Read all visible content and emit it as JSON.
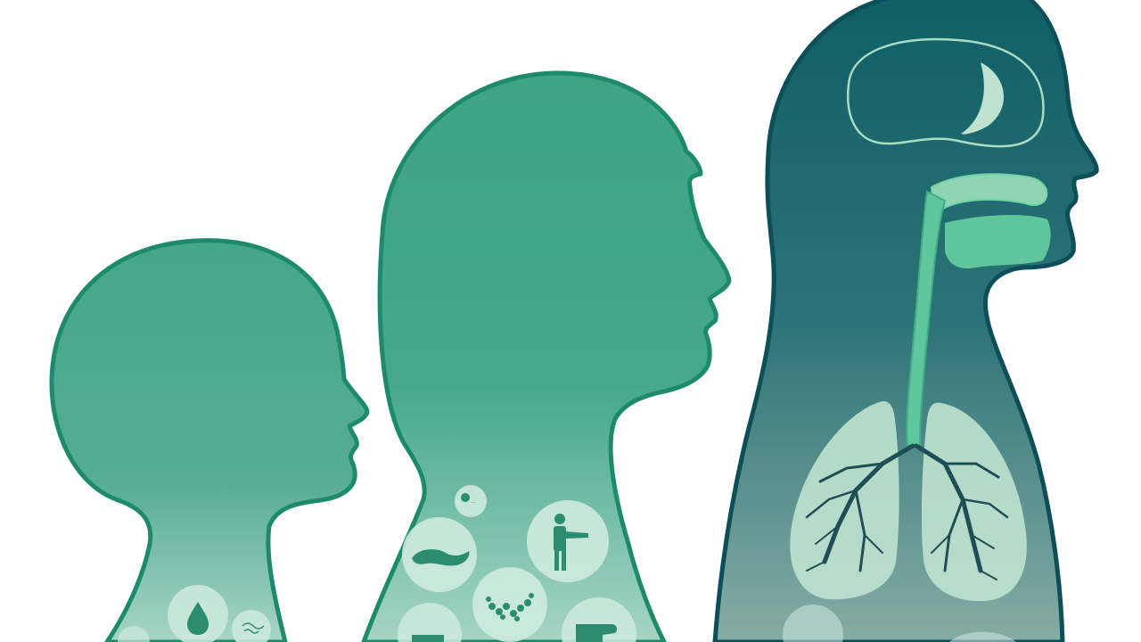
{
  "scene": {
    "description_none": "",
    "colors": {
      "background": "#ffffff",
      "child_fill_top": "#3fa389",
      "child_fill_bottom": "#9fd0bf",
      "outline_green": "#1e8a6c",
      "adult_fill_top": "#0f5f66",
      "adult_fill_bottom": "#7ea7a0",
      "adult_outline": "#0c4f58",
      "lung_fill": "#bfe2cf",
      "organ_highlight": "#6fd4a6",
      "circle_fill": "#cfeadf",
      "icon_dark": "#2b8c6f"
    },
    "figures": [
      {
        "name": "toddler",
        "icons": [
          "water-drop-icon",
          "insect-icon",
          "circle-icon"
        ]
      },
      {
        "name": "child",
        "icons": [
          "logo-icon",
          "worm-icon",
          "person-pointing-icon",
          "particles-icon",
          "block-icon",
          "hand-icon"
        ]
      },
      {
        "name": "adult",
        "icons": [
          "brain-icon",
          "airway-icon",
          "lungs-icon",
          "bronchi-icon"
        ]
      }
    ]
  }
}
